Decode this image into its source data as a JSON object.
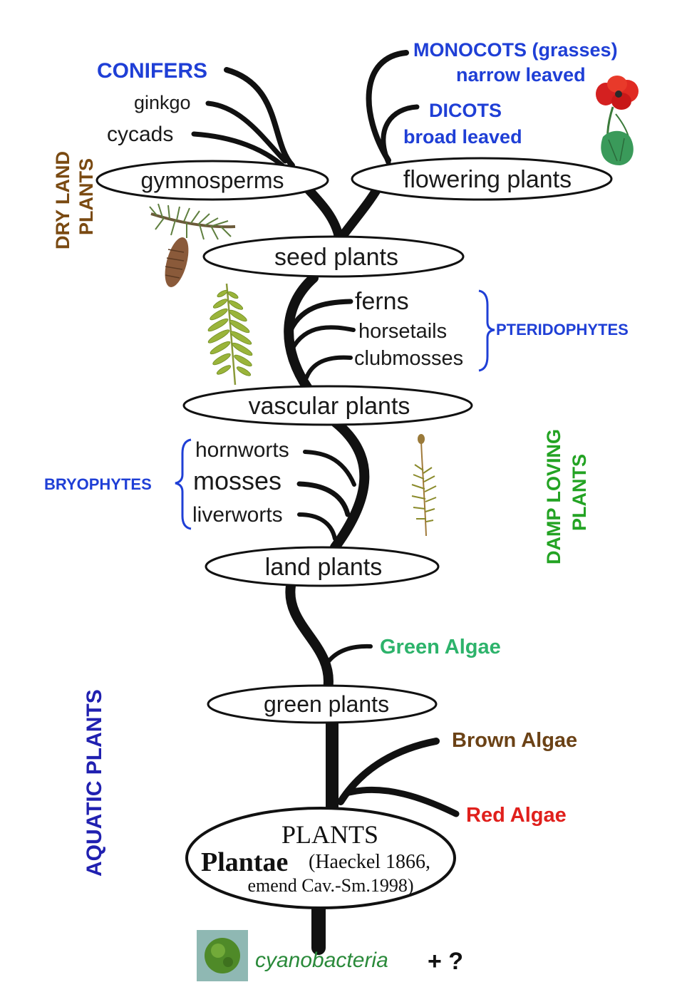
{
  "colors": {
    "branch": "#111111",
    "blue": "#1f3fd6",
    "dry_land": "#7a4a12",
    "damp": "#23a323",
    "green_algae": "#2db36b",
    "brown_algae": "#6b4216",
    "red_algae": "#e0201c",
    "aquatic": "#2020b0",
    "cyano": "#2a8a3a"
  },
  "nodes": {
    "gymnosperms": "gymnosperms",
    "flowering": "flowering plants",
    "seed": "seed plants",
    "vascular": "vascular plants",
    "land": "land plants",
    "green": "green plants",
    "plants_title": "PLANTS",
    "plantae": "Plantae",
    "haeckel": "(Haeckel 1866,",
    "emend": "emend Cav.-Sm.1998)"
  },
  "leaves": {
    "conifers": "CONIFERS",
    "ginkgo": "ginkgo",
    "cycads": "cycads",
    "monocots": "MONOCOTS (grasses)",
    "monocots_sub": "narrow leaved",
    "dicots": "DICOTS",
    "dicots_sub": "broad leaved",
    "ferns": "ferns",
    "horsetails": "horsetails",
    "clubmosses": "clubmosses",
    "hornworts": "hornworts",
    "mosses": "mosses",
    "liverworts": "liverworts",
    "green_algae": "Green Algae",
    "brown_algae": "Brown Algae",
    "red_algae": "Red Algae"
  },
  "groups": {
    "pteridophytes": "PTERIDOPHYTES",
    "bryophytes": "BRYOPHYTES"
  },
  "zones": {
    "dry_land_1": "DRY LAND",
    "dry_land_2": "PLANTS",
    "damp_1": "DAMP LOVING",
    "damp_2": "PLANTS",
    "aquatic": "AQUATIC PLANTS"
  },
  "root": {
    "cyano": "cyanobacteria",
    "plus": "+ ?"
  },
  "illustrations": [
    "pine-branch-with-cone-icon",
    "fern-frond-icon",
    "moss-icon",
    "poppy-flower-icon",
    "cyanobacteria-cell-icon"
  ]
}
